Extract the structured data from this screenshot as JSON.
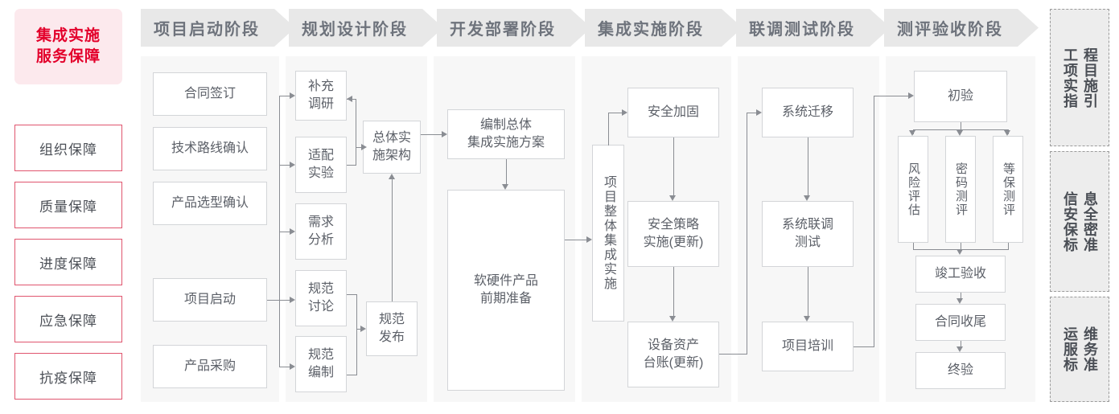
{
  "left_rail": {
    "header": {
      "line1": "集成实施",
      "line2": "服务保障"
    },
    "items": [
      {
        "label": "组织保障"
      },
      {
        "label": "质量保障"
      },
      {
        "label": "进度保障"
      },
      {
        "label": "应急保障"
      },
      {
        "label": "抗疫保障"
      }
    ]
  },
  "stages": [
    {
      "title": "项目启动阶段",
      "nodes": [
        {
          "label": "合同签订"
        },
        {
          "label": "技术路线确认"
        },
        {
          "label": "产品选型确认"
        },
        {
          "label": "项目启动"
        },
        {
          "label": "产品采购"
        }
      ]
    },
    {
      "title": "规划设计阶段",
      "nodes": [
        {
          "line1": "补充",
          "line2": "调研"
        },
        {
          "line1": "适配",
          "line2": "实验"
        },
        {
          "line1": "需求",
          "line2": "分析"
        },
        {
          "line1": "规范",
          "line2": "讨论"
        },
        {
          "line1": "规范",
          "line2": "编制"
        },
        {
          "line1": "总体实",
          "line2": "施架构"
        },
        {
          "line1": "规范",
          "line2": "发布"
        }
      ]
    },
    {
      "title": "开发部署阶段",
      "nodes": [
        {
          "line1": "编制总体",
          "line2": "集成实施方案"
        },
        {
          "line1": "软硬件产品",
          "line2": "前期准备"
        }
      ]
    },
    {
      "title": "集成实施阶段",
      "nodes": [
        {
          "label": "项目整体集成实施"
        },
        {
          "label": "安全加固"
        },
        {
          "line1": "安全策略",
          "line2": "实施(更新)"
        },
        {
          "line1": "设备资产",
          "line2": "台账(更新)"
        }
      ]
    },
    {
      "title": "联调测试阶段",
      "nodes": [
        {
          "label": "系统迁移"
        },
        {
          "line1": "系统联调",
          "line2": "测试"
        },
        {
          "label": "项目培训"
        }
      ]
    },
    {
      "title": "测评验收阶段",
      "nodes": [
        {
          "label": "初验"
        },
        {
          "label": "风险评估"
        },
        {
          "label": "密码测评"
        },
        {
          "label": "等保测评"
        },
        {
          "label": "竣工验收"
        },
        {
          "label": "合同收尾"
        },
        {
          "label": "终验"
        }
      ]
    }
  ],
  "right_rail": [
    {
      "col_right": "程目施引",
      "col_left": "工项实指"
    },
    {
      "col_right": "息全密准",
      "col_left": "信安保标"
    },
    {
      "col_right": "维务准",
      "col_left": "运服标"
    }
  ],
  "colors": {
    "accent_red": "#e3002b",
    "accent_red_soft": "#fce9ed",
    "rail_border": "#e0556e",
    "stage_header_bg": "#e8e8e8",
    "stage_panel_bg": "#f7f7f7",
    "node_border": "#d3d5d8",
    "connector": "#8a8d93",
    "text": "#5c6068"
  }
}
